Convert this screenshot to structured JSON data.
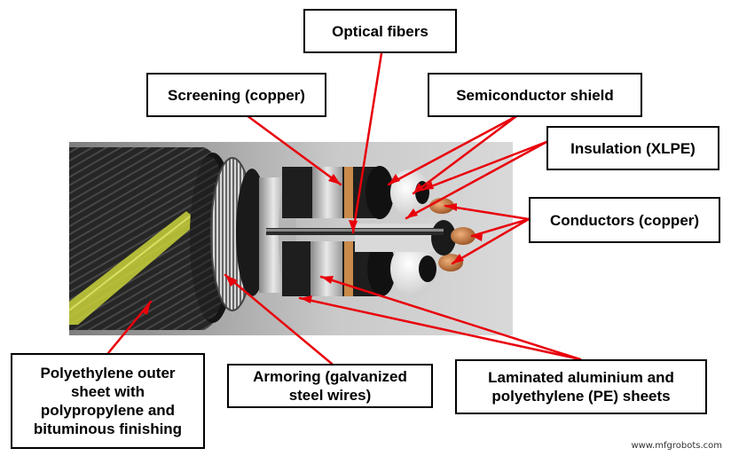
{
  "labels": {
    "optical_fibers": "Optical fibers",
    "screening": "Screening (copper)",
    "semiconductor_shield": "Semiconductor shield",
    "insulation": "Insulation (XLPE)",
    "conductors": "Conductors (copper)",
    "outer_sheet": "Polyethylene outer\nsheet with\npolypropylene and\nbituminous finishing",
    "armoring": "Armoring (galvanized\nsteel wires)",
    "laminated": "Laminated aluminium and\npolyethylene (PE) sheets"
  },
  "watermark": "www.mfgrobots.com",
  "colors": {
    "arrow": "#e8000b",
    "box_border": "#000000",
    "outer_sheath": "#2a2a2a",
    "yellow_stripe": "#c9d23a",
    "copper": "#c97a45",
    "insulation": "#f2f2f2"
  }
}
